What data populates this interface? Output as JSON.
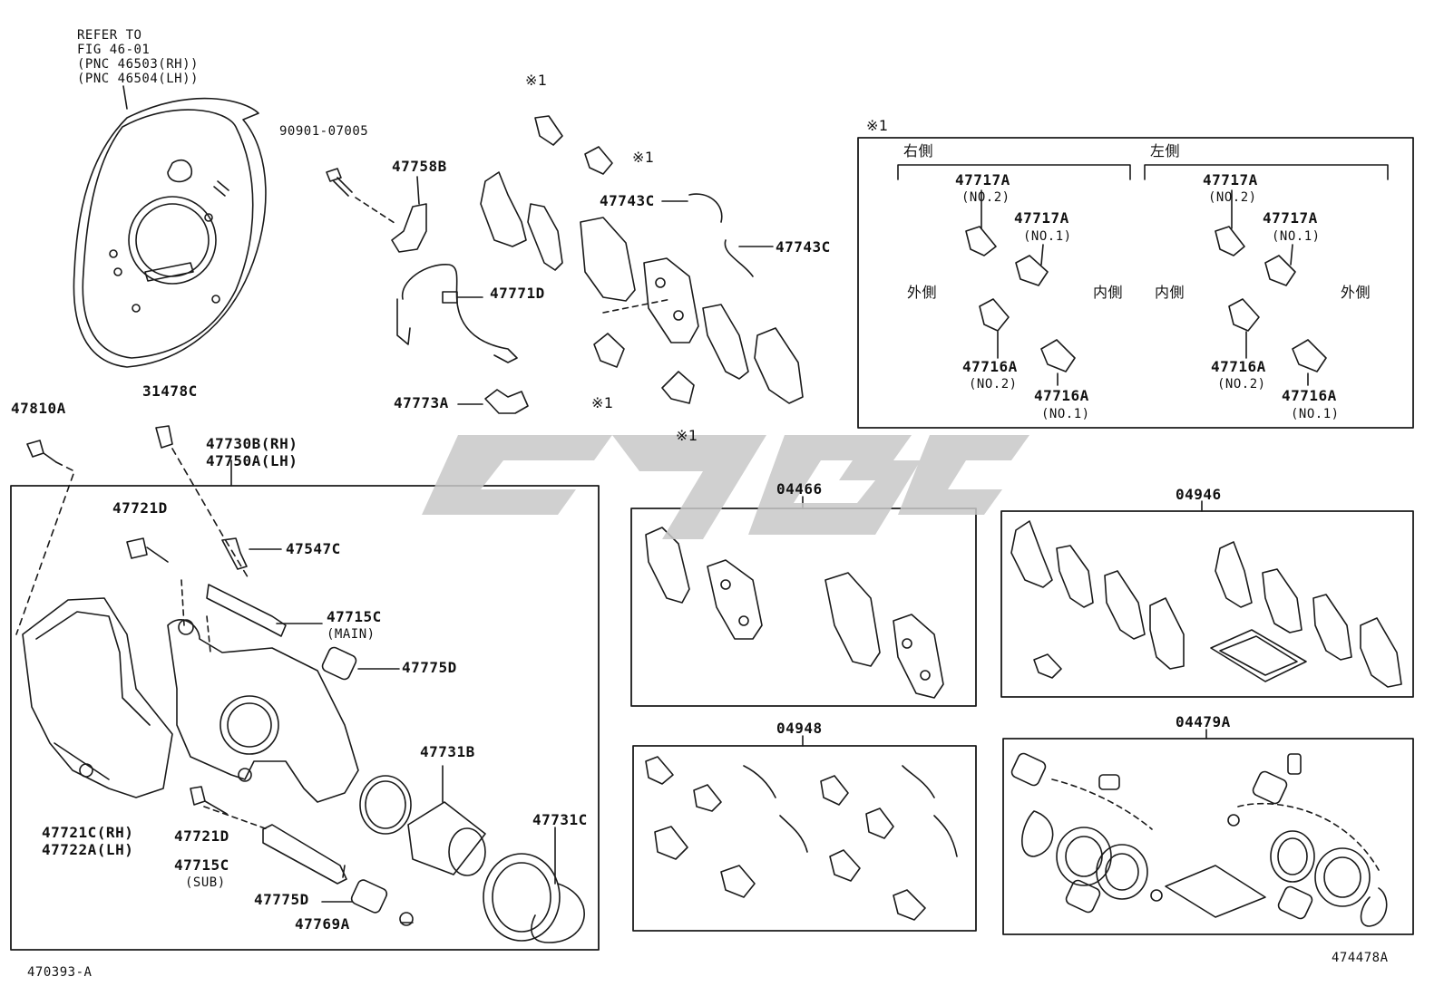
{
  "refer_note": [
    "REFER TO",
    "FIG 46-01",
    "(PNC 46503(RH))",
    "(PNC 46504(LH))"
  ],
  "corner_left": "470393-A",
  "corner_right": "474478A",
  "mark": "※1",
  "parts": {
    "p90901": "90901-07005",
    "p47758B": "47758B",
    "p47743C_a": "47743C",
    "p47743C_b": "47743C",
    "p47771D": "47771D",
    "p47773A": "47773A",
    "p31478C": "31478C",
    "p47810A": "47810A",
    "p47730B": "47730B(RH)",
    "p47750A": "47750A(LH)",
    "p47721D_a": "47721D",
    "p47547C": "47547C",
    "p47715C_main": "47715C",
    "p47715C_main_sub": "(MAIN)",
    "p47775D_a": "47775D",
    "p47731B": "47731B",
    "p47731C": "47731C",
    "p47721C": "47721C(RH)",
    "p47722A": "47722A(LH)",
    "p47721D_b": "47721D",
    "p47715C_sub": "47715C",
    "p47715C_sub_sub": "(SUB)",
    "p47775D_b": "47775D",
    "p47769A": "47769A"
  },
  "inset": {
    "mark": "※1",
    "right_side": "右側",
    "left_side": "左側",
    "outer": "外側",
    "inner": "内側",
    "p47717A": "47717A",
    "p47716A": "47716A",
    "no1": "(NO.1)",
    "no2": "(NO.2)"
  },
  "kits": {
    "k04466": "04466",
    "k04946": "04946",
    "k04948": "04948",
    "k04479A": "04479A"
  },
  "colors": {
    "line": "#1a1a1a",
    "watermark": "#c8c8c8"
  }
}
